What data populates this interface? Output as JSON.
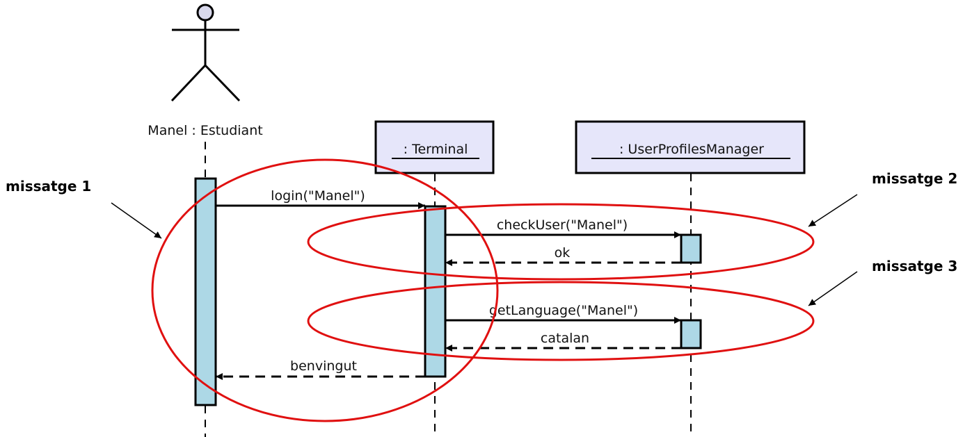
{
  "actor": {
    "label": "Manel : Estudiant"
  },
  "lifelines": [
    {
      "id": "terminal",
      "label": ": Terminal"
    },
    {
      "id": "upm",
      "label": ": UserProfilesManager"
    }
  ],
  "messages": [
    {
      "id": "m1",
      "label": "login(\"Manel\")",
      "kind": "sync"
    },
    {
      "id": "m2",
      "label": "checkUser(\"Manel\")",
      "kind": "sync"
    },
    {
      "id": "m3",
      "label": "ok",
      "kind": "return"
    },
    {
      "id": "m4",
      "label": "getLanguage(\"Manel\")",
      "kind": "sync"
    },
    {
      "id": "m5",
      "label": "catalan",
      "kind": "return"
    },
    {
      "id": "m6",
      "label": "benvingut",
      "kind": "return"
    }
  ],
  "annotations": [
    {
      "id": "a1",
      "label": "missatge 1"
    },
    {
      "id": "a2",
      "label": "missatge 2"
    },
    {
      "id": "a3",
      "label": "missatge 3"
    }
  ],
  "colors": {
    "activation_fill": "#add8e6",
    "box_fill": "#e6e6fa",
    "highlight": "#e01010",
    "line": "#000000",
    "actor_head": "#d8d8ec"
  }
}
